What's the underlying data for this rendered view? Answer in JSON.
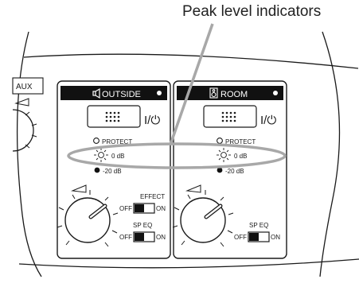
{
  "callout": "Peak level indicators",
  "aux_label": "AUX",
  "power_label": "I/⏻",
  "panels": [
    {
      "title": "OUTSIDE",
      "title_icon": "speaker-icon",
      "indicators": [
        "PROTECT",
        "0 dB",
        "-20 dB"
      ],
      "switches": [
        {
          "label": "EFFECT",
          "off": "OFF",
          "on": "ON"
        },
        {
          "label": "SP EQ",
          "off": "OFF",
          "on": "ON"
        }
      ]
    },
    {
      "title": "ROOM",
      "title_icon": "room-speaker-icon",
      "indicators": [
        "PROTECT",
        "0 dB",
        "-20 dB"
      ],
      "switches": [
        {
          "label": "SP EQ",
          "off": "OFF",
          "on": "ON"
        }
      ]
    }
  ],
  "colors": {
    "line": "#1a1a1a",
    "callout_line": "#a8a8a8"
  }
}
